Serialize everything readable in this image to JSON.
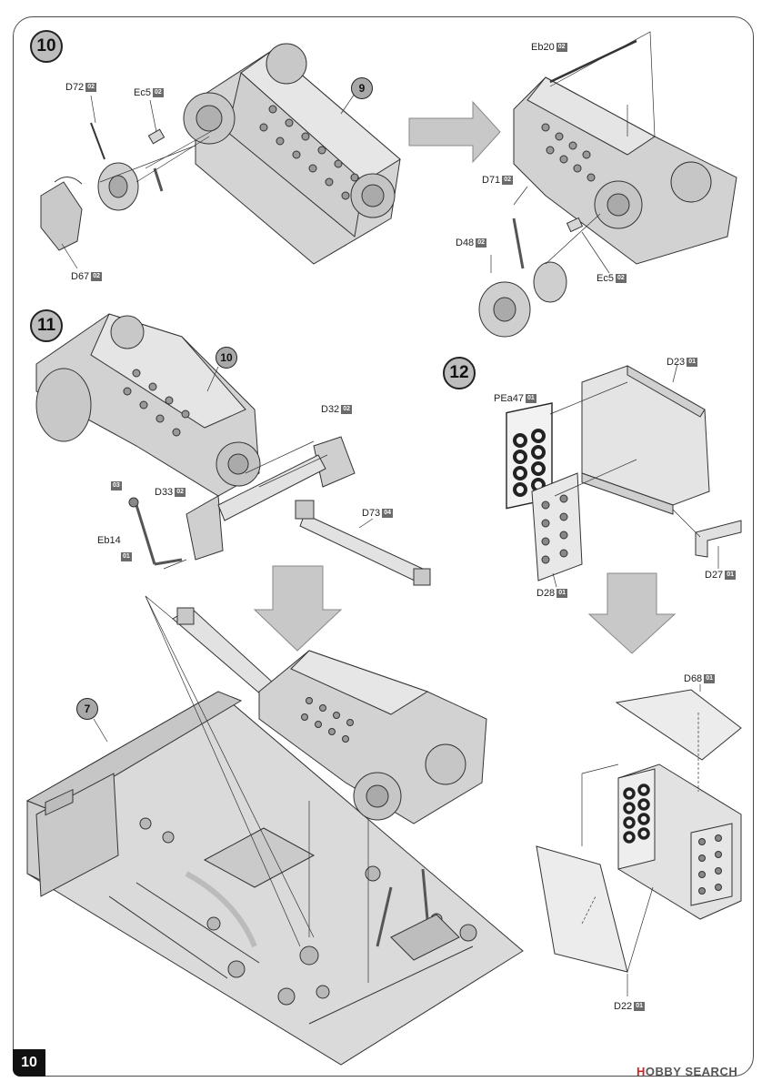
{
  "page_number": "10",
  "brand": {
    "prefix": "H",
    "rest": "OBBY SEARCH"
  },
  "steps": {
    "s10": "10",
    "s11": "11",
    "s12": "12"
  },
  "refs": {
    "r9": "9",
    "r10": "10",
    "r7": "7"
  },
  "parts": {
    "d72": {
      "name": "D72",
      "tag": "02"
    },
    "ec5a": {
      "name": "Ec5",
      "tag": "02"
    },
    "d67": {
      "name": "D67",
      "tag": "02"
    },
    "eb20": {
      "name": "Eb20",
      "tag": "02"
    },
    "d71": {
      "name": "D71",
      "tag": "02"
    },
    "d48": {
      "name": "D48",
      "tag": "02"
    },
    "ec5b": {
      "name": "Ec5",
      "tag": "02"
    },
    "d32": {
      "name": "D32",
      "tag": "02"
    },
    "d33": {
      "name": "D33",
      "tag": "02"
    },
    "d73": {
      "name": "D73",
      "tag": "04"
    },
    "eb14": {
      "name": "Eb14",
      "tag_top": "03",
      "tag_bottom": "01"
    },
    "d23": {
      "name": "D23",
      "tag": "01"
    },
    "pea47": {
      "name": "PEa47",
      "tag": "01"
    },
    "d28": {
      "name": "D28",
      "tag": "01"
    },
    "d27": {
      "name": "D27",
      "tag": "01"
    },
    "d68": {
      "name": "D68",
      "tag": "01"
    },
    "d22": {
      "name": "D22",
      "tag": "01"
    }
  }
}
